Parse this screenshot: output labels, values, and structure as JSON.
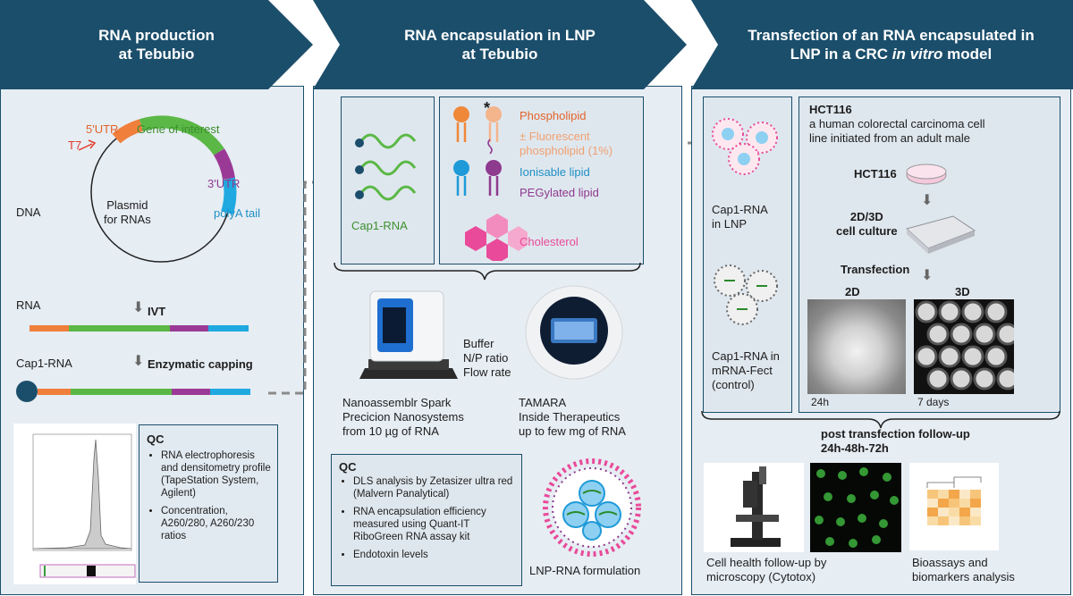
{
  "colors": {
    "header": "#1b4e6b",
    "panel": "#e6edf3",
    "utr5": "#f07f3c",
    "goi": "#5bb846",
    "utr3": "#9b3a96",
    "polya": "#1fa9e0",
    "phospho": "#f0883a",
    "fluor": "#f4b48c",
    "ionis": "#1f9ad8",
    "peg": "#8e3a8f",
    "chol": "#e94a9a",
    "cap": "#1b4e6b"
  },
  "headers": {
    "h1_line1": "RNA production",
    "h1_line2": "at Tebubio",
    "h2_line1": "RNA encapsulation in LNP",
    "h2_line2": "at Tebubio",
    "h3_line1": "Transfection of an RNA encapsulated in",
    "h3_line2a": "LNP in a CRC ",
    "h3_line2b": "in vitro",
    "h3_line2c": " model"
  },
  "panel1": {
    "utr5": "5'UTR",
    "goi": "Gene of interest",
    "t7": "T7",
    "utr3": "3'UTR",
    "polya": "polyA tail",
    "dna": "DNA",
    "plasmid_line1": "Plasmid",
    "plasmid_line2": "for RNAs",
    "rna": "RNA",
    "ivt": "IVT",
    "cap1rna": "Cap1-RNA",
    "capping": "Enzymatic capping",
    "qc_title": "QC",
    "qc_items": [
      "RNA electrophoresis and densitometry profile (TapeStation System, Agilent)",
      "Concentration, A260/280, A260/230 ratios"
    ]
  },
  "panel2": {
    "cap1rna": "Cap1-RNA",
    "asterisk": "*",
    "phospholipid": "Phospholipid",
    "fluor_line1": "± Fluorescent",
    "fluor_line2": "phospholipid (1%)",
    "ionisable": "Ionisable lipid",
    "pegylated": "PEGylated lipid",
    "cholesterol": "Cholesterol",
    "buffer": "Buffer",
    "np": "N/P ratio",
    "flow": "Flow rate",
    "spark_line1": "Nanoassemblr Spark",
    "spark_line2": "Precicion Nanosystems",
    "spark_line3": "from 10 µg of RNA",
    "tamara_line1": "TAMARA",
    "tamara_line2": "Inside Therapeutics",
    "tamara_line3": "up to few mg of RNA",
    "qc_title": "QC",
    "qc_items": [
      "DLS analysis by Zetasizer ultra red (Malvern Panalytical)",
      "RNA encapsulation efficiency measured using Quant-IT RiboGreen RNA assay kit",
      "Endotoxin levels"
    ],
    "lnp_label": "LNP-RNA formulation"
  },
  "panel3": {
    "lnp_line1": "Cap1-RNA",
    "lnp_line2": "in LNP",
    "fect_line1": "Cap1-RNA in",
    "fect_line2": "mRNA-Fect",
    "fect_line3": "(control)",
    "hct_title": "HCT116",
    "hct_desc_line1": "a human colorectal carcinoma cell",
    "hct_desc_line2": "line initiated from an adult male",
    "hct_dish": "HCT116",
    "culture_line1": "2D/3D",
    "culture_line2": "cell culture",
    "transfection": "Transfection",
    "d2": "2D",
    "d3": "3D",
    "t24": "24h",
    "t7d": "7 days",
    "followup_line1": "post transfection follow-up",
    "followup_line2": "24h-48h-72h",
    "cell_health_line1": "Cell health follow-up by",
    "cell_health_line2": "microscopy (Cytotox)",
    "bioassays_line1": "Bioassays and",
    "bioassays_line2": "biomarkers analysis"
  }
}
